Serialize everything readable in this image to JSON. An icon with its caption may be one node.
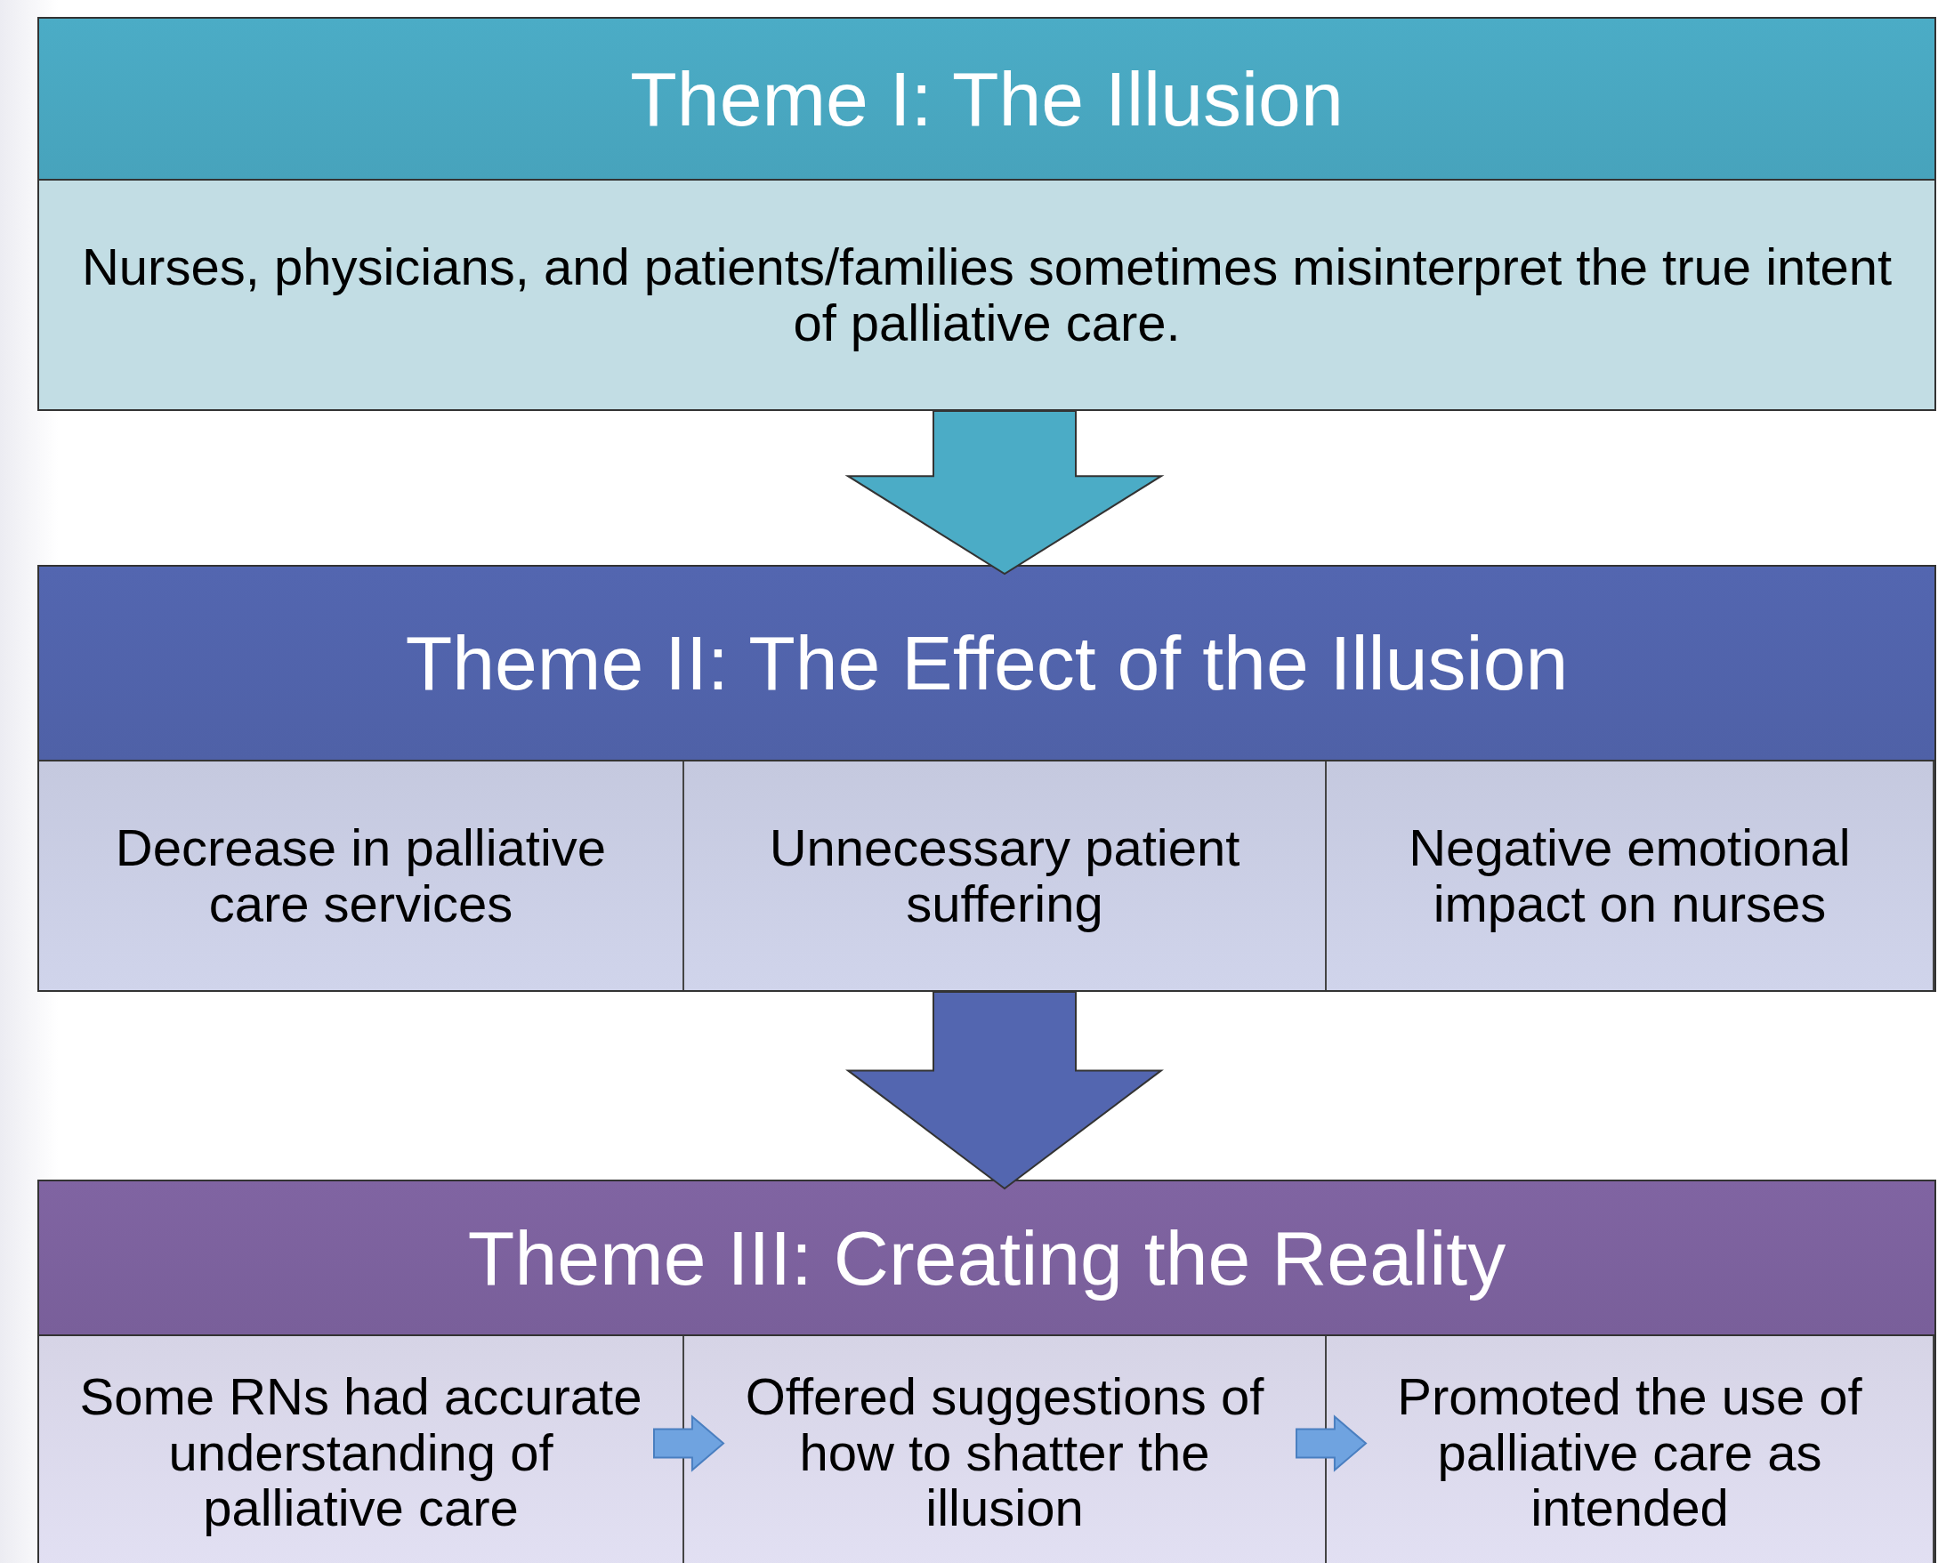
{
  "diagram": {
    "nodes": [
      {
        "text": [
          "Theme I: The Illusion",
          "Nurses, physicians, and patients/families sometimes misinterpret the true intent of palliative care."
        ]
      },
      {
        "text": [
          "Theme II: The Effect of the Illusion"
        ]
      },
      {
        "text": [
          "Decrease in palliative care services"
        ],
        "in": 1
      },
      {
        "text": [
          "Unnecessary patient suffering"
        ],
        "in": 1
      },
      {
        "text": [
          "Negative emotional impact on nurses"
        ],
        "in": 1
      },
      {
        "text": [
          "Theme III: Creating the Reality"
        ]
      },
      {
        "text": [
          "Some RNs had accurate understanding of palliative care"
        ],
        "in": 5
      },
      {
        "text": [
          "Offered suggestions of how to shatter the illusion"
        ],
        "in": 5
      },
      {
        "text": [
          "Promoted the use of palliative care as intended"
        ],
        "in": 5
      }
    ],
    "edges": [
      {
        "from": 0,
        "to": 1,
        "arrow": "to",
        "style": "thick",
        "color": "#4bacc6"
      },
      {
        "from": 1,
        "to": 5,
        "arrow": "to",
        "style": "thick",
        "color": "#5366b0"
      },
      {
        "from": 6,
        "to": 7,
        "arrow": "to",
        "color": "#6fa3e0"
      },
      {
        "from": 7,
        "to": 8,
        "arrow": "to",
        "color": "#6fa3e0"
      }
    ]
  }
}
